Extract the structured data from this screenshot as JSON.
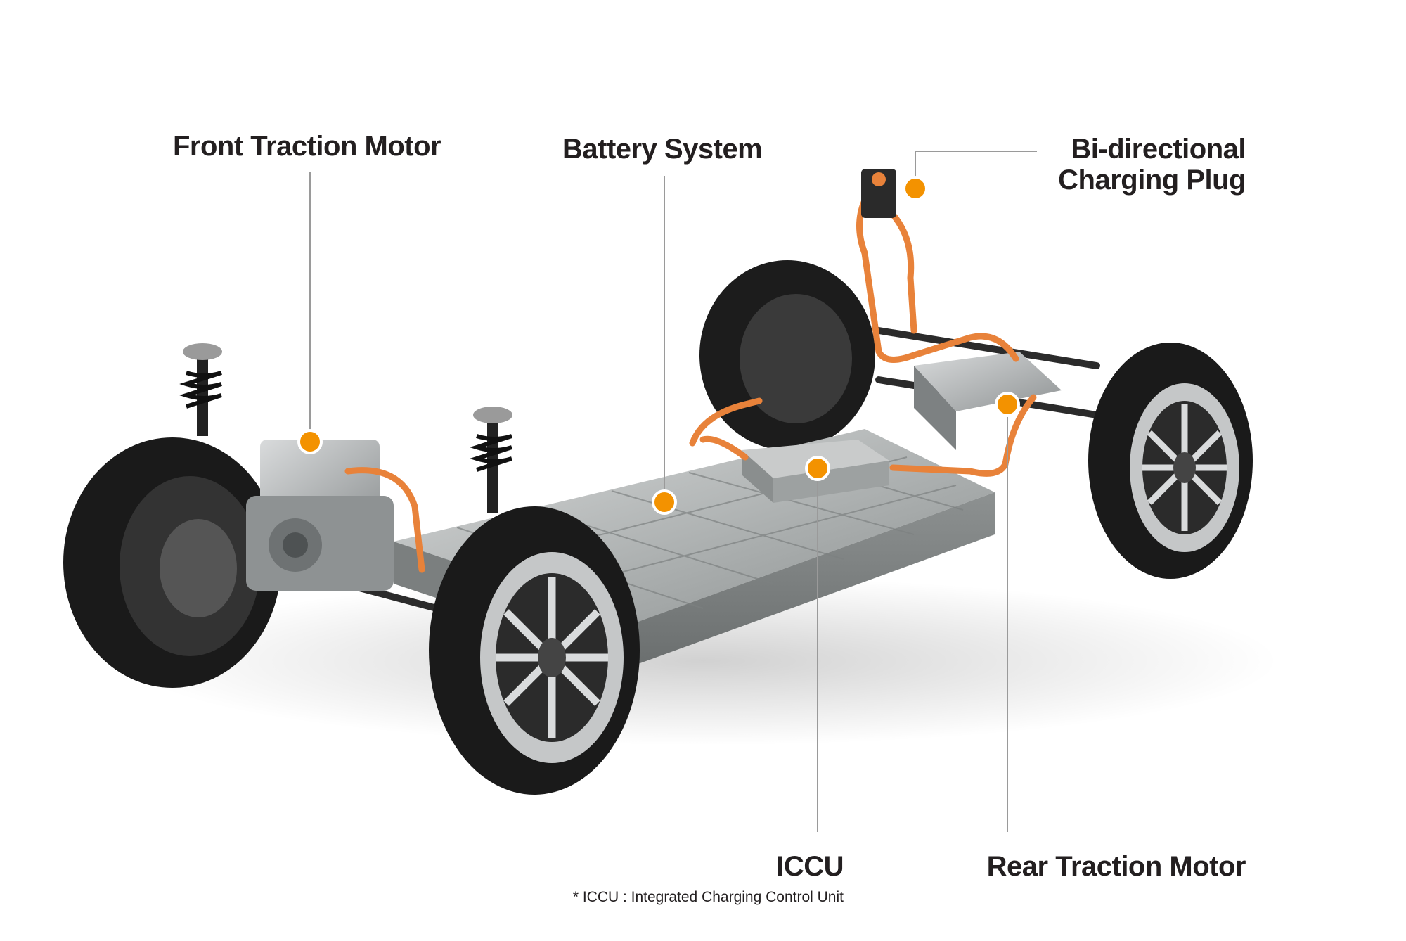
{
  "labels": {
    "front_motor": "Front Traction Motor",
    "battery": "Battery System",
    "charging_plug_line1": "Bi-directional",
    "charging_plug_line2": "Charging Plug",
    "iccu": "ICCU",
    "rear_motor": "Rear Traction Motor"
  },
  "footnote": "* ICCU : Integrated Charging Control Unit",
  "colors": {
    "accent": "#f39200",
    "cable": "#e8823a",
    "text": "#231f20",
    "leader_line": "#9a9a9a",
    "battery": "#9fa3a3",
    "tire": "#1a1a1a"
  }
}
